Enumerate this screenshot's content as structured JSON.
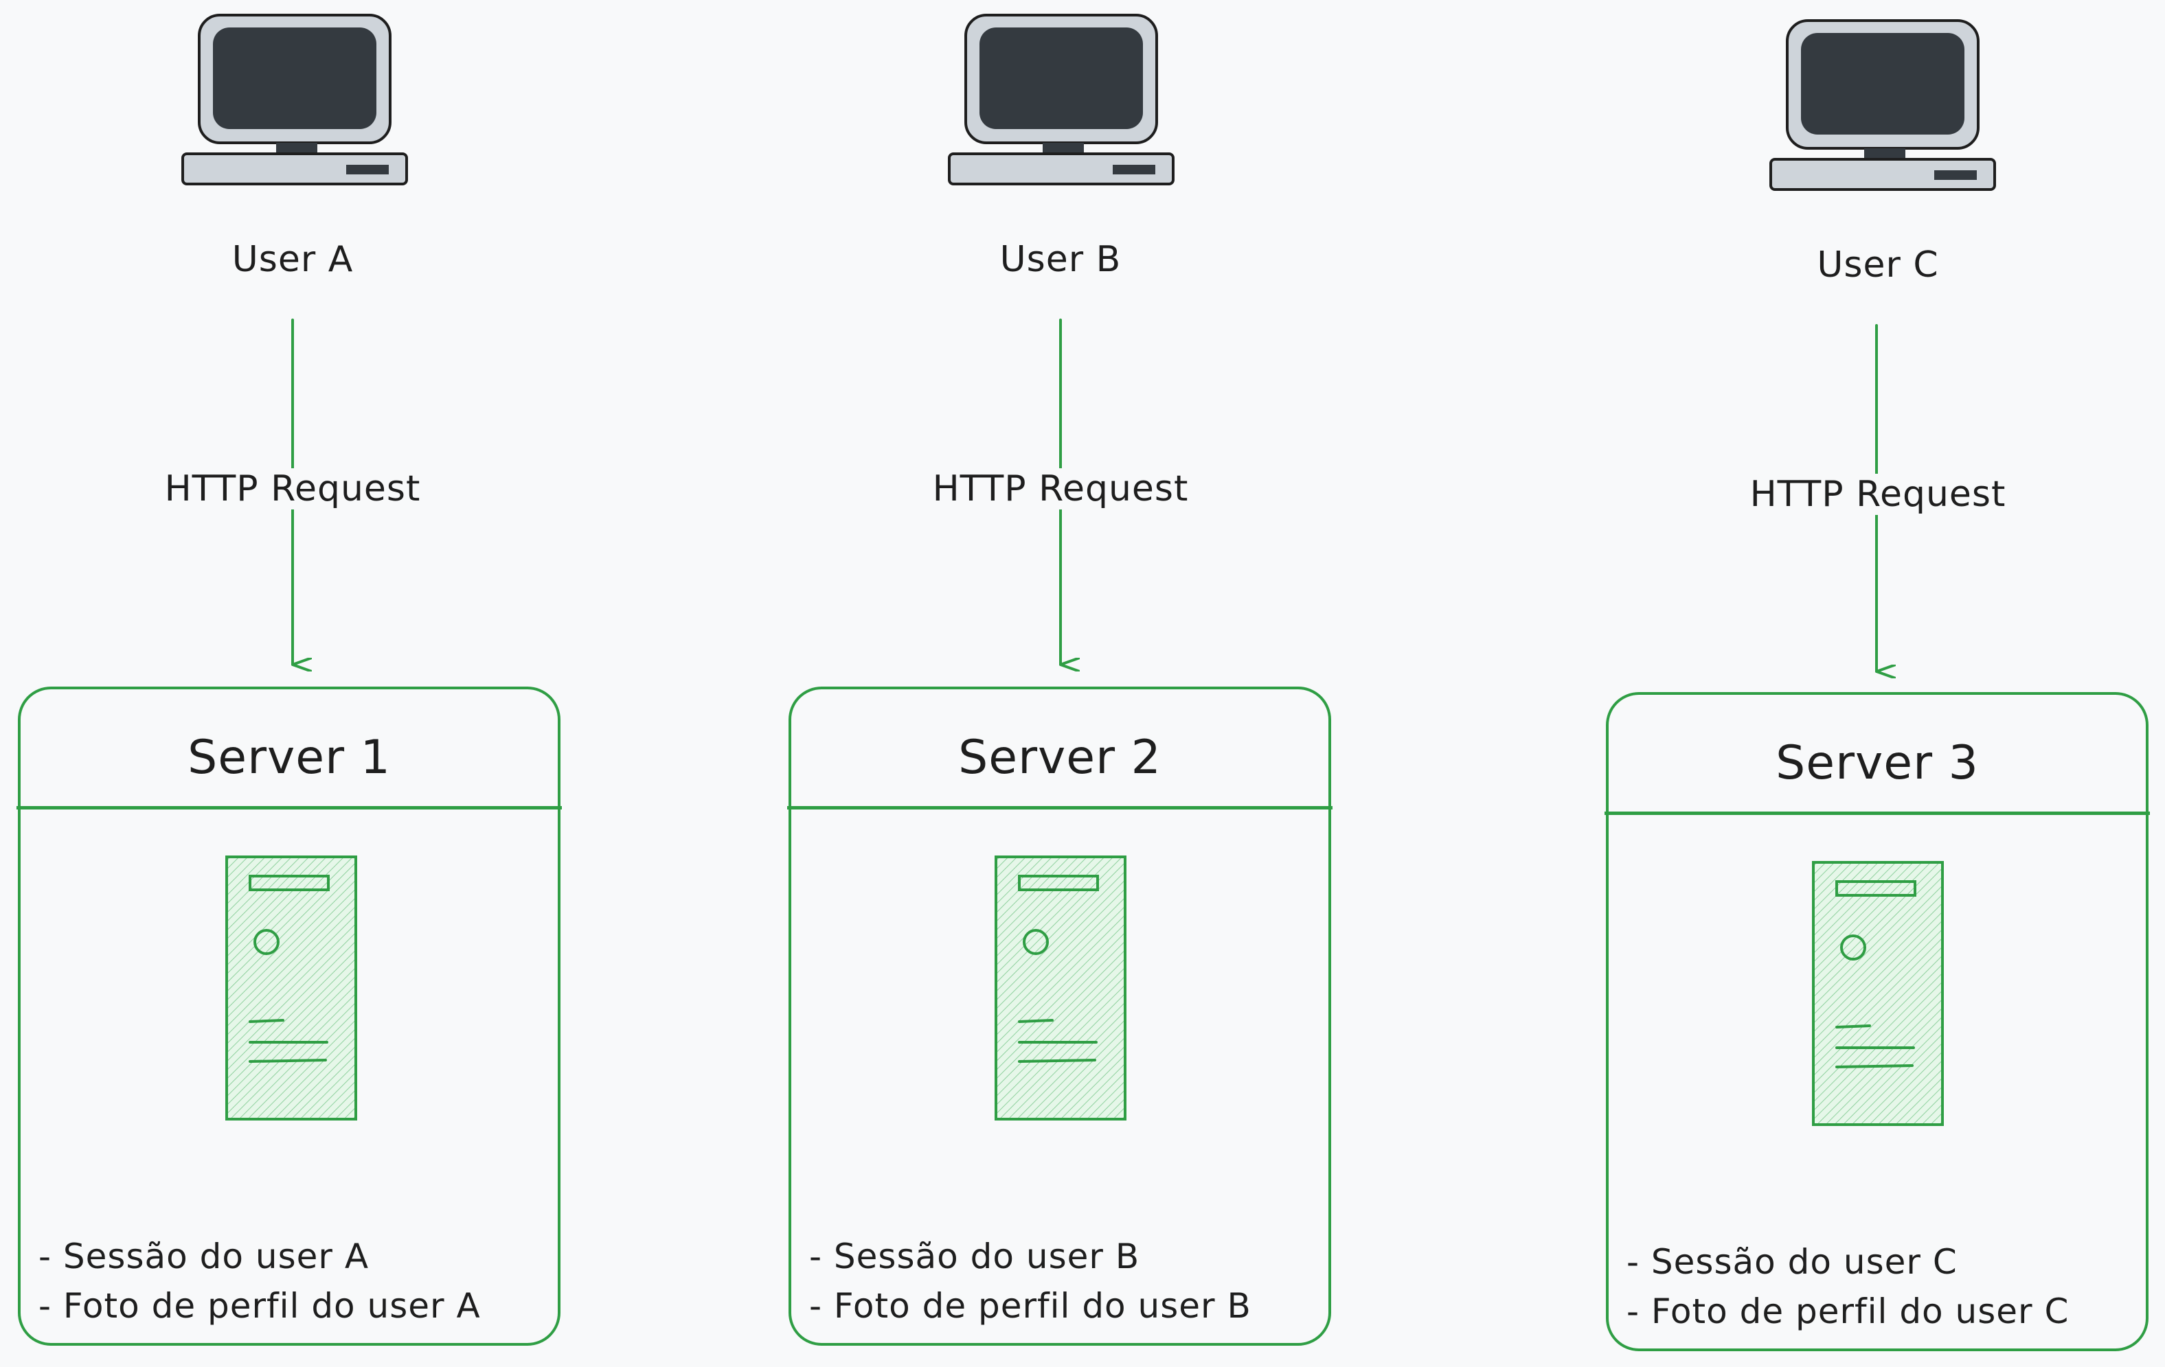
{
  "colors": {
    "background": "#f8f9fa",
    "accent": "#2f9e44",
    "accent_fill": "#d3f0d8",
    "ink": "#1e1e1e",
    "monitor_body": "#ced4da",
    "monitor_screen": "#343a40"
  },
  "icons": {
    "client": "desktop-computer-icon",
    "server": "server-tower-icon"
  },
  "edge_label": "HTTP Request",
  "columns": [
    {
      "user": "User A",
      "server": "Server 1",
      "notes": [
        "- Sessão do user A",
        "- Foto de perfil do user A"
      ]
    },
    {
      "user": "User B",
      "server": "Server 2",
      "notes": [
        "- Sessão do user B",
        "- Foto de perfil do user B"
      ]
    },
    {
      "user": "User C",
      "server": "Server 3",
      "notes": [
        "- Sessão do user C",
        "- Foto de perfil do user C"
      ]
    }
  ]
}
